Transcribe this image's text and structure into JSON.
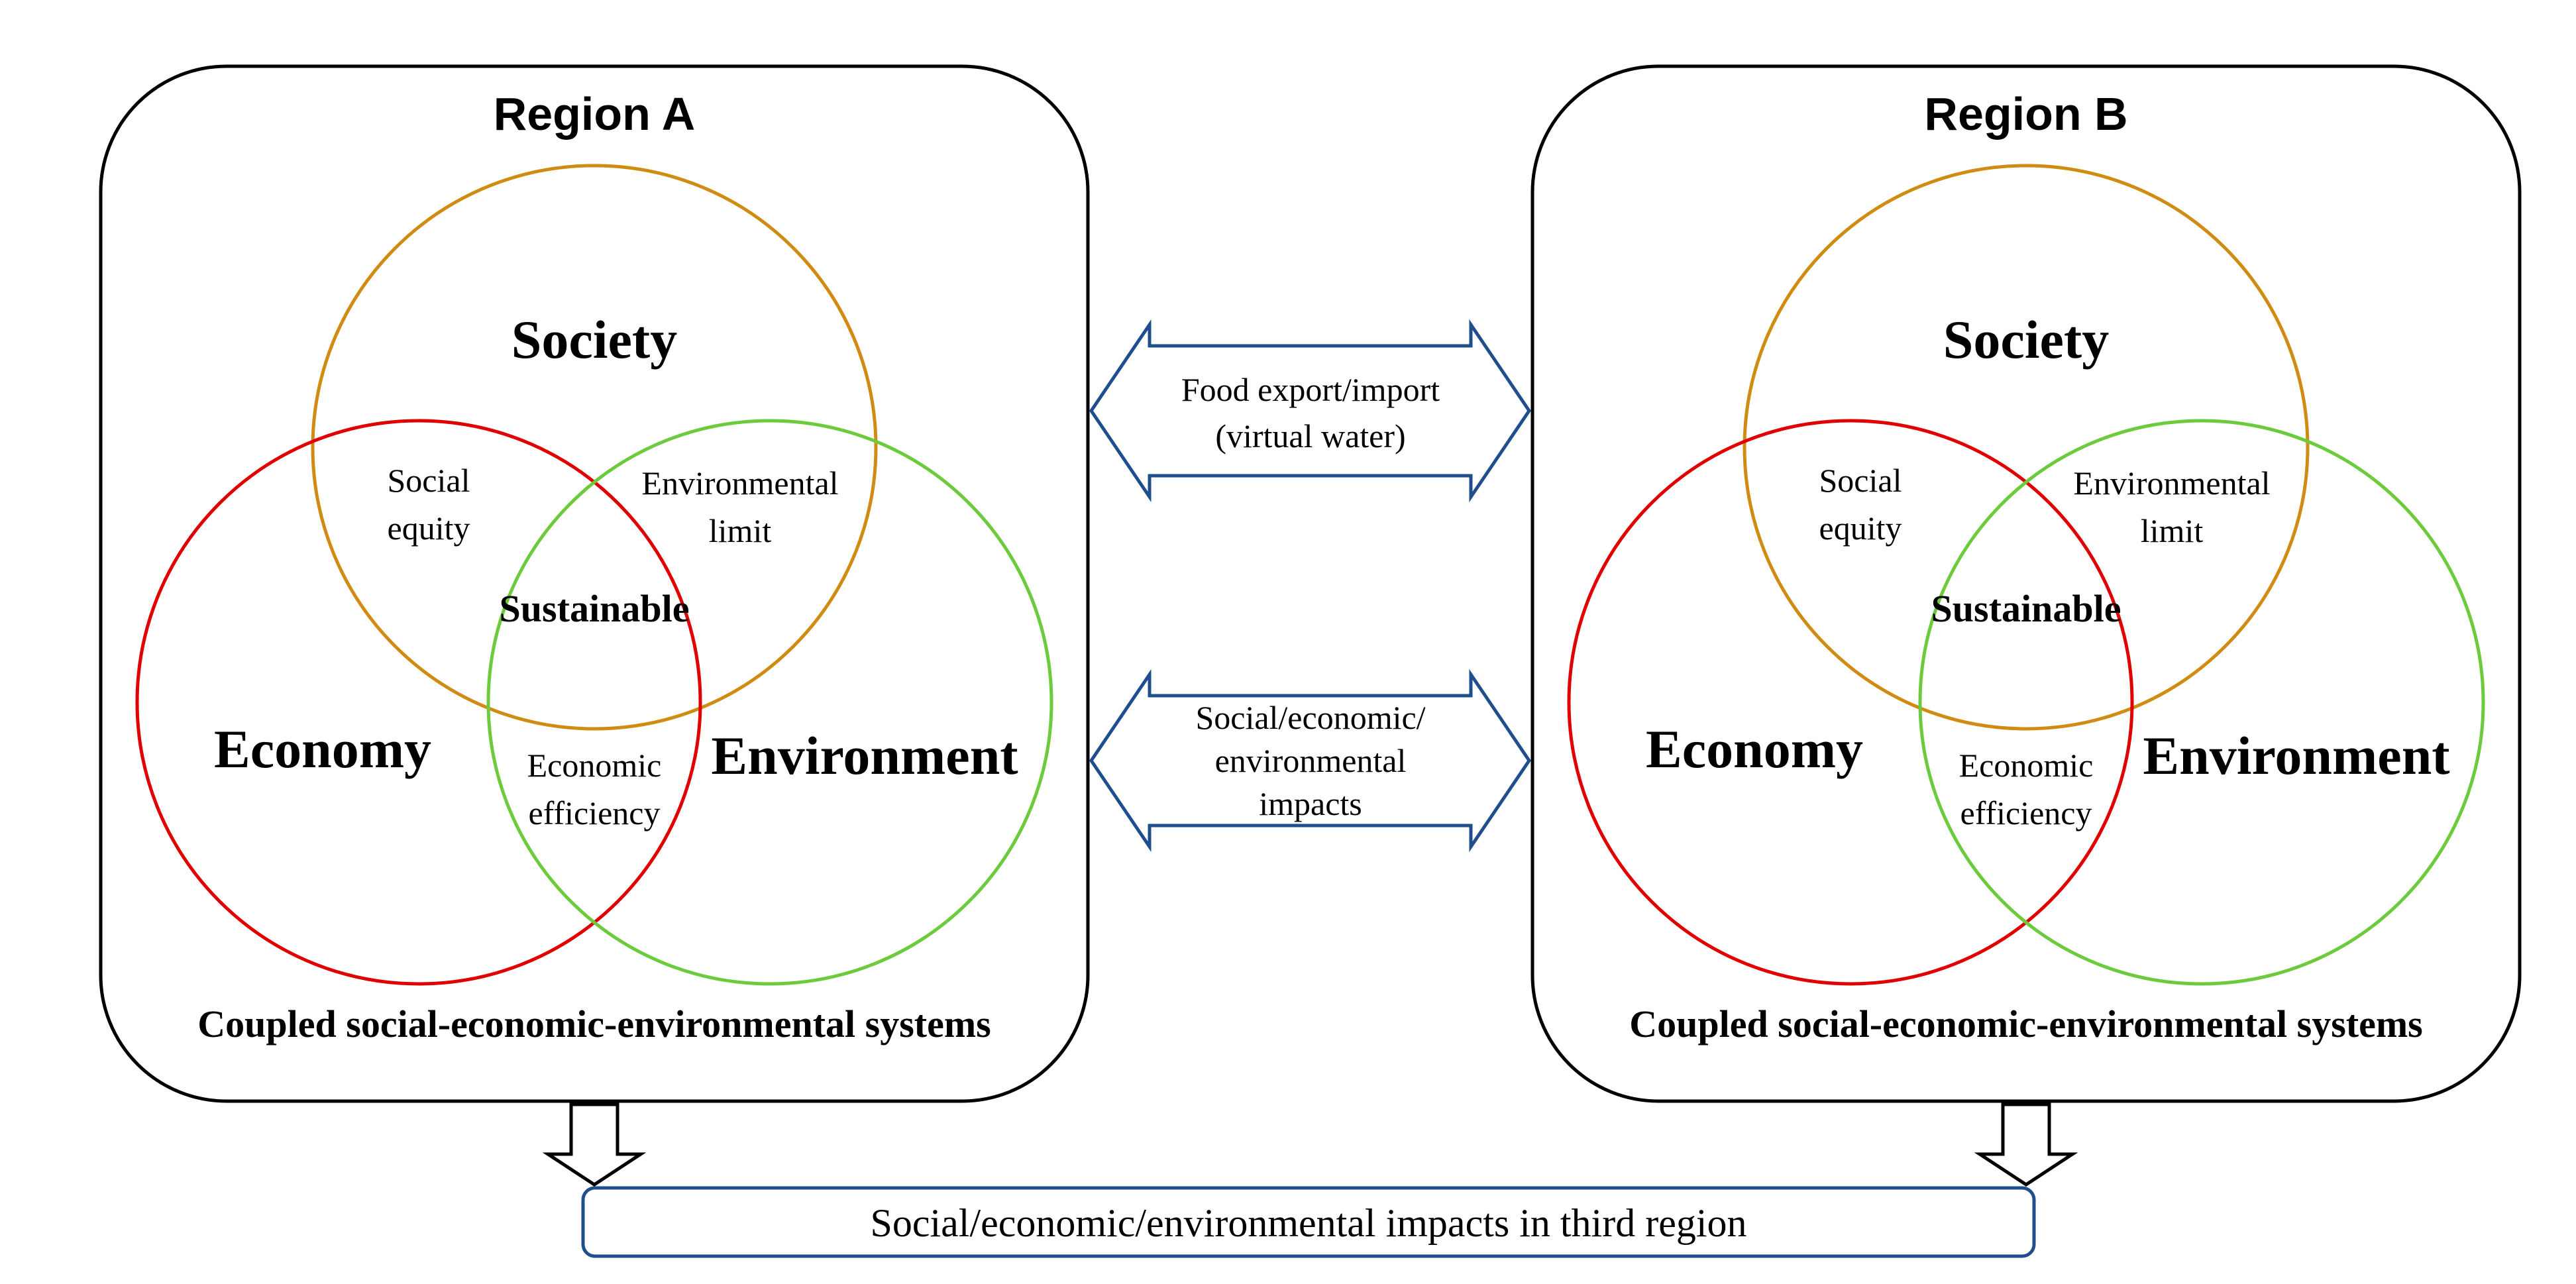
{
  "colors": {
    "society": "#D08C12",
    "economy": "#E00000",
    "environment": "#6CCB3C",
    "arrow": "#1F4E8C",
    "frame": "#000000"
  },
  "regions": [
    {
      "title": "Region A",
      "society": "Society",
      "economy": "Economy",
      "environment": "Environment",
      "social_equity": [
        "Social",
        "equity"
      ],
      "environmental_limit": [
        "Environmental",
        "limit"
      ],
      "economic_efficiency": [
        "Economic",
        "efficiency"
      ],
      "sustainable": "Sustainable",
      "caption": "Coupled social-economic-environmental systems"
    },
    {
      "title": "Region B",
      "society": "Society",
      "economy": "Economy",
      "environment": "Environment",
      "social_equity": [
        "Social",
        "equity"
      ],
      "environmental_limit": [
        "Environmental",
        "limit"
      ],
      "economic_efficiency": [
        "Economic",
        "efficiency"
      ],
      "sustainable": "Sustainable",
      "caption": "Coupled social-economic-environmental systems"
    }
  ],
  "arrows": {
    "trade": [
      "Food export/import",
      "(virtual water)"
    ],
    "impacts": [
      "Social/economic/",
      "environmental",
      "impacts"
    ]
  },
  "bottom_box": "Social/economic/environmental impacts in third region"
}
